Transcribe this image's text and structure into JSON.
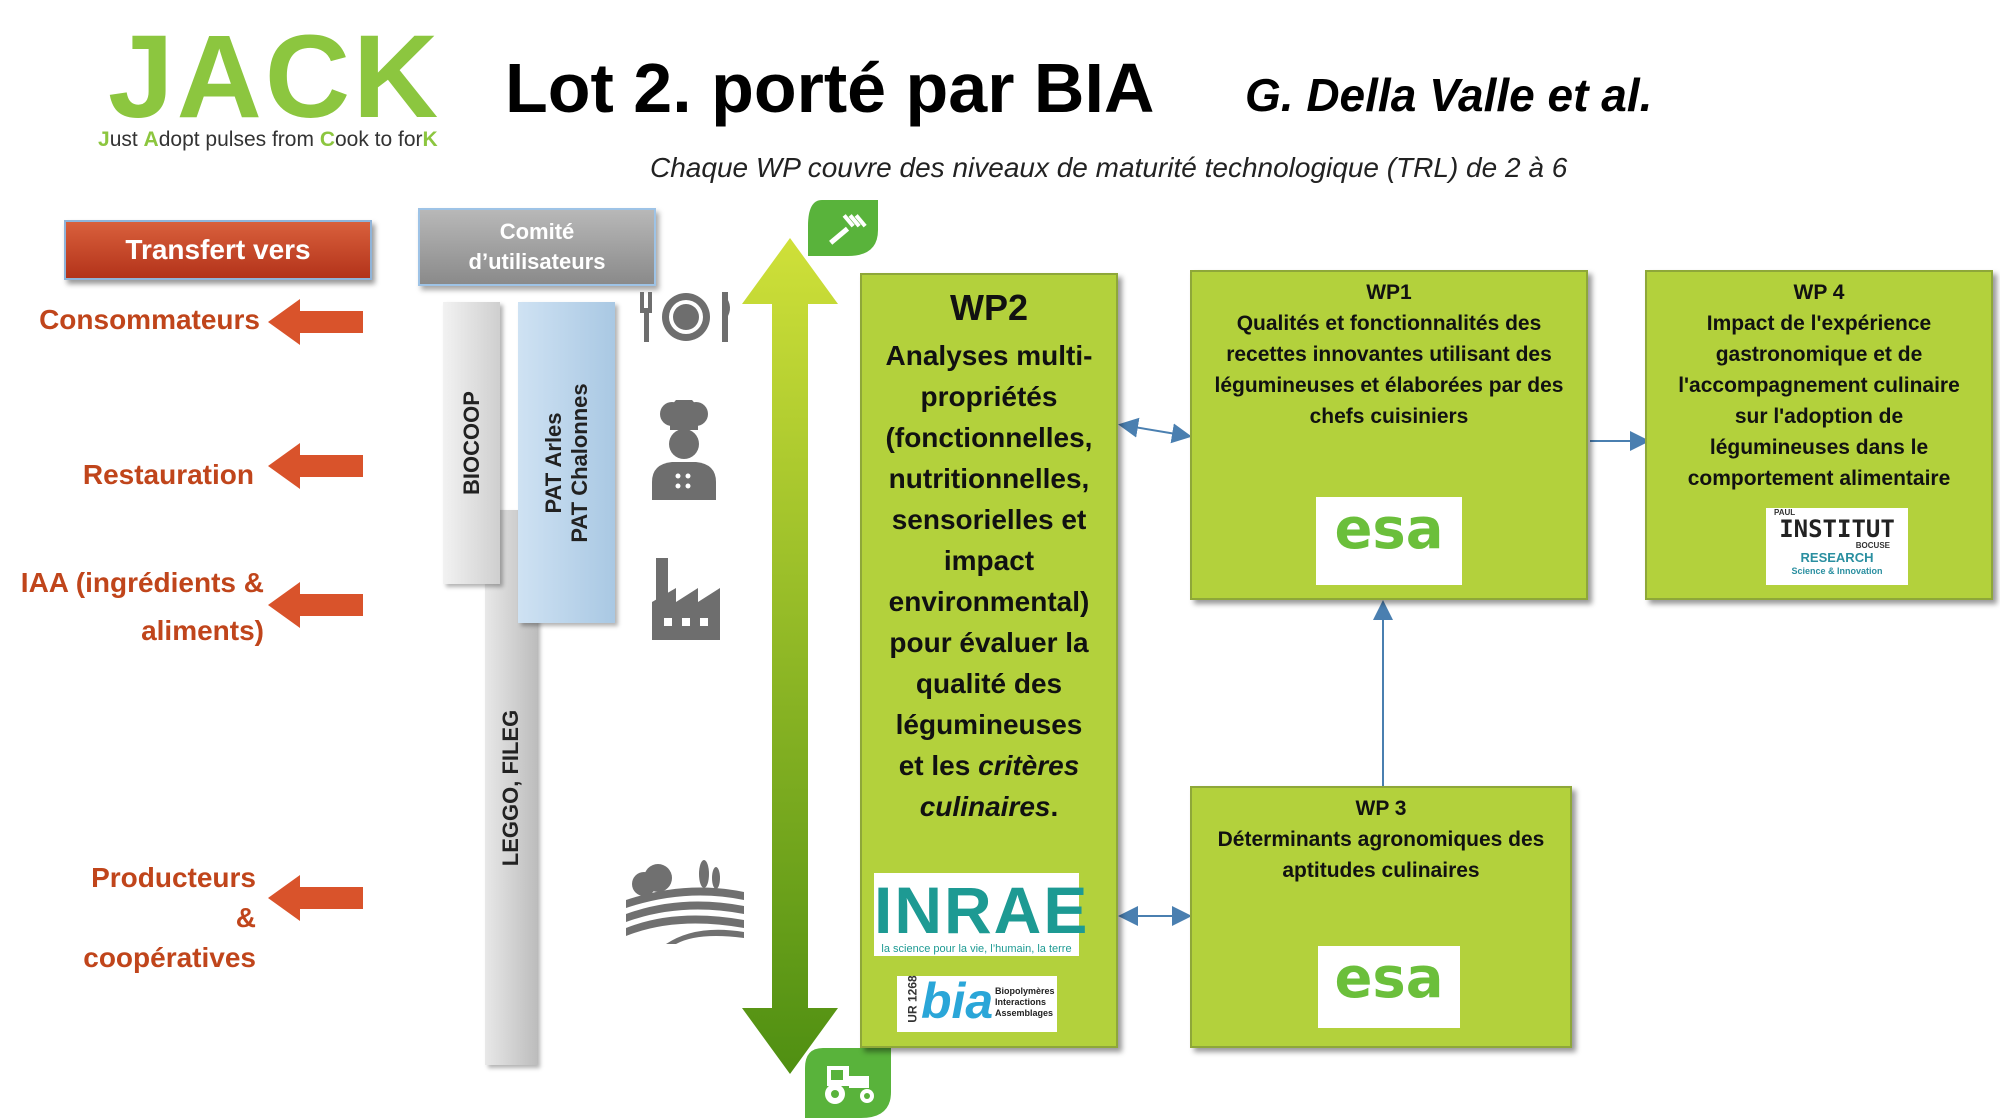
{
  "header": {
    "logo_name": "JACK",
    "logo_tagline": [
      {
        "h": "J",
        "r": "ust "
      },
      {
        "h": "A",
        "r": "dopt pulses from "
      },
      {
        "h": "C",
        "r": "ook to for"
      },
      {
        "h": "K",
        "r": ""
      }
    ],
    "title": "Lot 2. porté par BIA",
    "authors": "G. Della Valle et al.",
    "subtitle": "Chaque WP couvre des niveaux de maturité technologique (TRL) de 2 à 6"
  },
  "transfer": {
    "button_label": "Transfert vers",
    "targets": [
      {
        "lines": [
          "Consommateurs"
        ]
      },
      {
        "lines": [
          "Restauration"
        ]
      },
      {
        "lines": [
          "IAA (ingrédients &",
          "aliments)"
        ]
      },
      {
        "lines": [
          "Producteurs",
          "&",
          "coopératives"
        ]
      }
    ]
  },
  "stakeholders": {
    "comite_lines": [
      "Comité",
      "d’utilisateurs"
    ],
    "biocoop": "BIOCOOP",
    "pat_lines": [
      "PAT Arles",
      "PAT Chalonnes"
    ],
    "leggo": "LEGGO, FILEG"
  },
  "icons": [
    "plate-icon",
    "chef-icon",
    "factory-icon",
    "fields-icon",
    "fork-knife-icon",
    "tractor-icon"
  ],
  "wp2": {
    "heading": "WP2",
    "lines": [
      "Analyses multi-",
      "propriétés",
      "(fonctionnelles,",
      "nutritionnelles,",
      "sensorielles et",
      "impact",
      "environmental)",
      "pour évaluer la",
      "qualité des",
      "légumineuses"
    ],
    "last_line_plain": "et les ",
    "last_line_italic": "critères",
    "italic_line": "culinaires",
    "final_period": ".",
    "logo_inrae": "INRAE",
    "logo_inrae_tagline": "la science pour la vie, l’humain, la terre",
    "logo_bia": "bia",
    "logo_bia_code": "UR 1268",
    "logo_bia_lines": [
      "Biopolymères",
      "Interactions",
      "Assemblages"
    ]
  },
  "wp1": {
    "heading": "WP1",
    "lines": [
      "Qualités et fonctionnalités des",
      "recettes innovantes utilisant des",
      "légumineuses et élaborées par des",
      "chefs cuisiniers"
    ],
    "logo": "esa"
  },
  "wp3": {
    "heading": "WP 3",
    "lines": [
      "Déterminants agronomiques des",
      "aptitudes culinaires"
    ],
    "logo": "esa"
  },
  "wp4": {
    "heading": "WP 4",
    "lines": [
      "Impact de l'expérience",
      "gastronomique et de",
      "l'accompagnement culinaire",
      "sur l'adoption de",
      "légumineuses dans le",
      "comportement alimentaire"
    ],
    "logo_lines": [
      "PAUL",
      "INSTITUT",
      "BOCUSE",
      "RESEARCH",
      "Science & Innovation"
    ]
  },
  "colors": {
    "brand_green": "#8cc63f",
    "box_green": "#b3d13c",
    "transfer_red": "#c0451b",
    "connector_blue": "#4a7fb0"
  }
}
